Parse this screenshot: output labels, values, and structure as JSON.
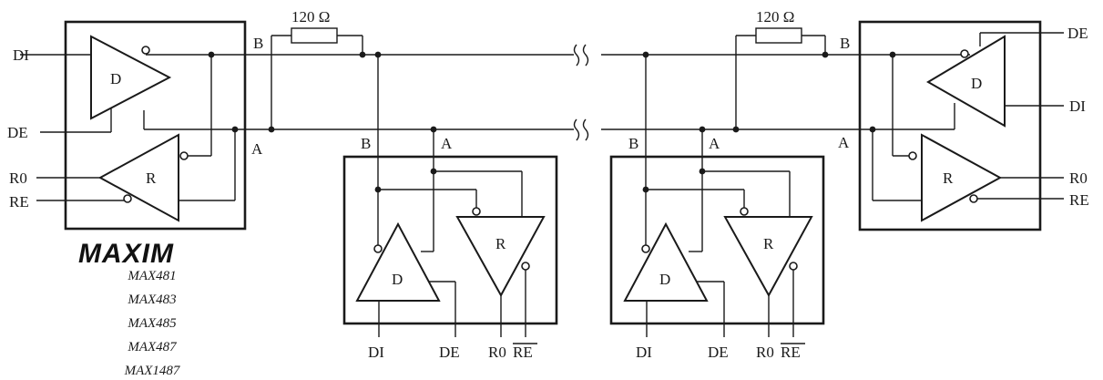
{
  "resistor_label": "120 Ω",
  "bus": {
    "b": "B",
    "a": "A"
  },
  "gates": {
    "driver": "D",
    "receiver": "R"
  },
  "pins": {
    "di": "DI",
    "de": "DE",
    "ro": "R0",
    "re": "RE"
  },
  "brand": "MAXIM",
  "parts": [
    "MAX481",
    "MAX483",
    "MAX485",
    "MAX487",
    "MAX1487"
  ]
}
